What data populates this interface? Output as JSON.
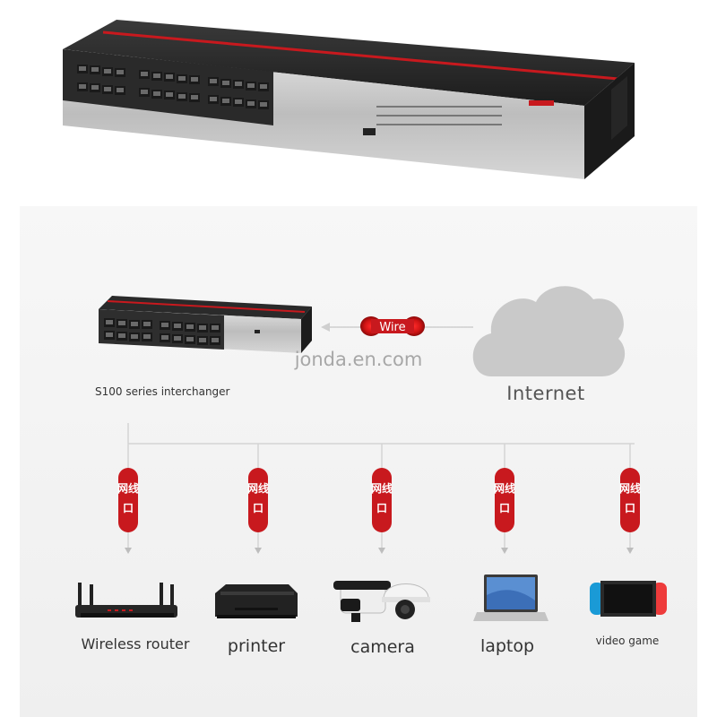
{
  "switch_label": "S100 series interchanger",
  "internet_label": "Internet",
  "watermark": "jonda.en.com",
  "wire_label": "Wire",
  "cable_badge_label": "网线",
  "devices": [
    {
      "label": "Wireless router",
      "icon": "router-icon"
    },
    {
      "label": "printer",
      "icon": "printer-icon"
    },
    {
      "label": "camera",
      "icon": "camera-icon"
    },
    {
      "label": "laptop",
      "icon": "laptop-icon"
    },
    {
      "label": "video game",
      "icon": "game-console-icon"
    }
  ],
  "colors": {
    "accent_red": "#c8191e",
    "line": "#cfcfcf",
    "cloud": "#c9c9c9",
    "switch_body": "#2b2b2b",
    "switch_panel": "#c2c2c2"
  }
}
